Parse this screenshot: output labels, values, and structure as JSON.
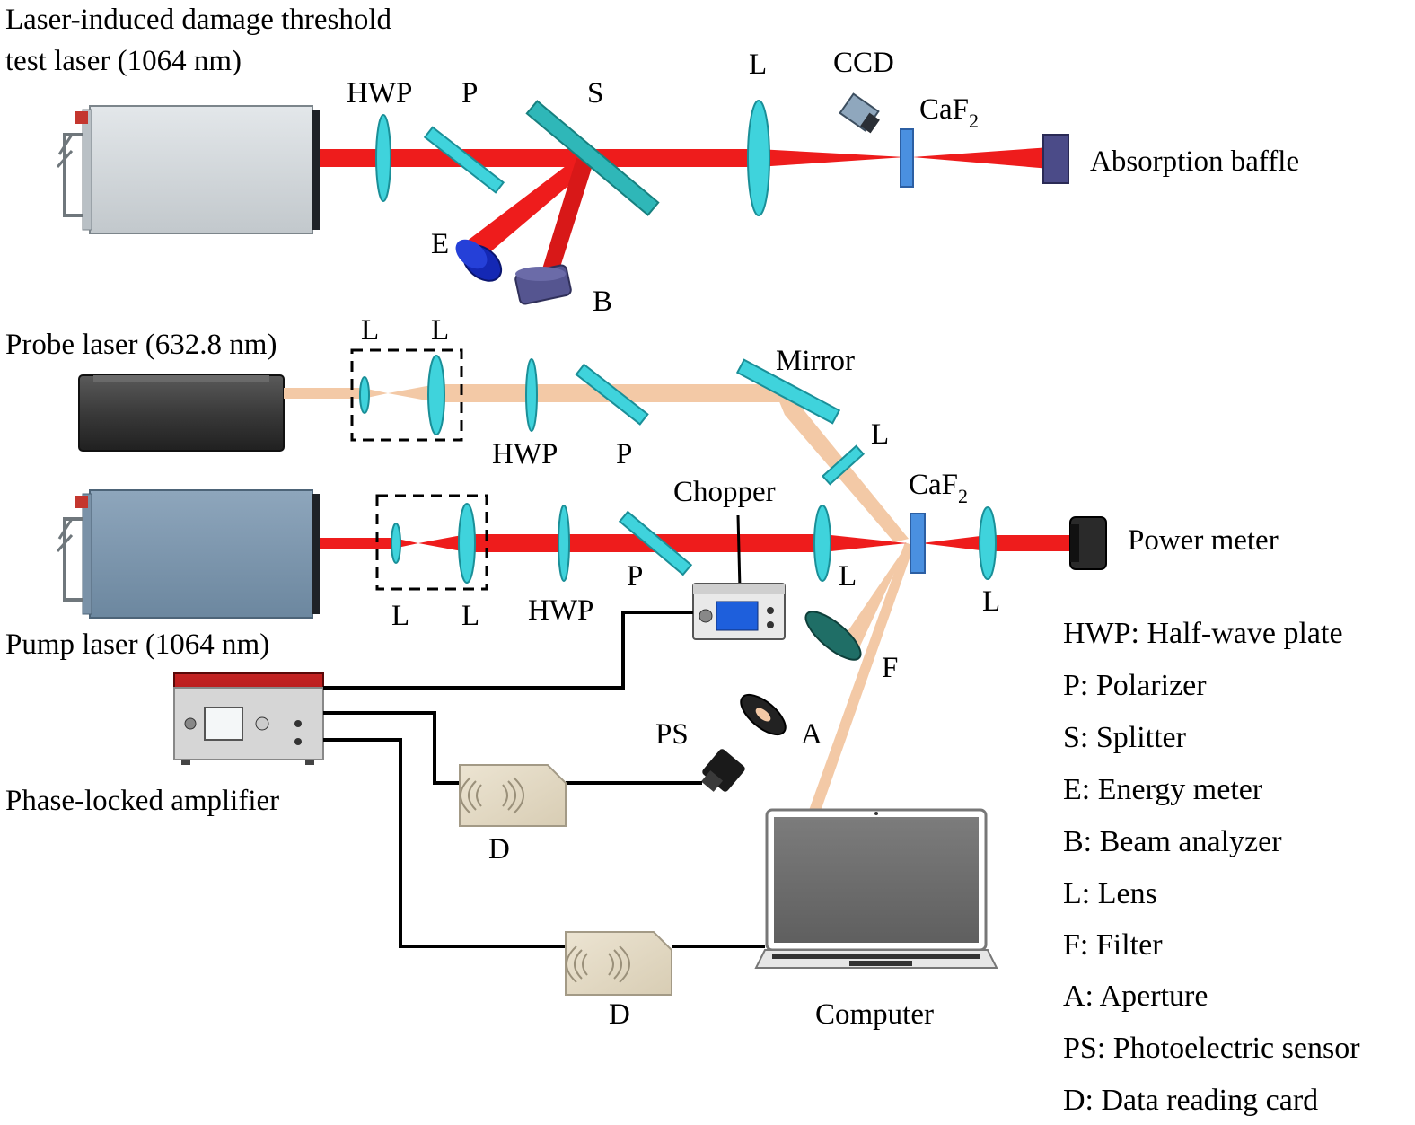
{
  "colors": {
    "ir_beam": "#ee1c1c",
    "probe_beam": "#f3c9a6",
    "optic": "#3fd3dc",
    "optic_edge": "#1a8f98",
    "sample": "#4a90e0",
    "detector": "#4b4b88",
    "cable": "#000000"
  },
  "labels": {
    "test_laser": [
      "Laser-induced damage threshold",
      "test  laser (1064 nm)"
    ],
    "probe_laser": "Probe laser (632.8 nm)",
    "pump_laser": "Pump laser (1064 nm)",
    "amplifier": "Phase-locked amplifier",
    "absorption_baffle": "Absorption baffle",
    "power_meter": "Power meter",
    "computer": "Computer",
    "chopper": "Chopper",
    "mirror": "Mirror",
    "ccd": "CCD",
    "caf2_base": "CaF",
    "caf2_sub": "2",
    "hwp": "HWP",
    "p": "P",
    "s": "S",
    "l": "L",
    "e": "E",
    "b": "B",
    "f": "F",
    "a": "A",
    "ps": "PS",
    "d": "D"
  },
  "legend": [
    "HWP: Half-wave plate",
    "P: Polarizer",
    "S: Splitter",
    "E: Energy meter",
    "B: Beam analyzer",
    "L: Lens",
    "F: Filter",
    "A: Aperture",
    "PS: Photoelectric sensor",
    "D: Data reading card"
  ]
}
